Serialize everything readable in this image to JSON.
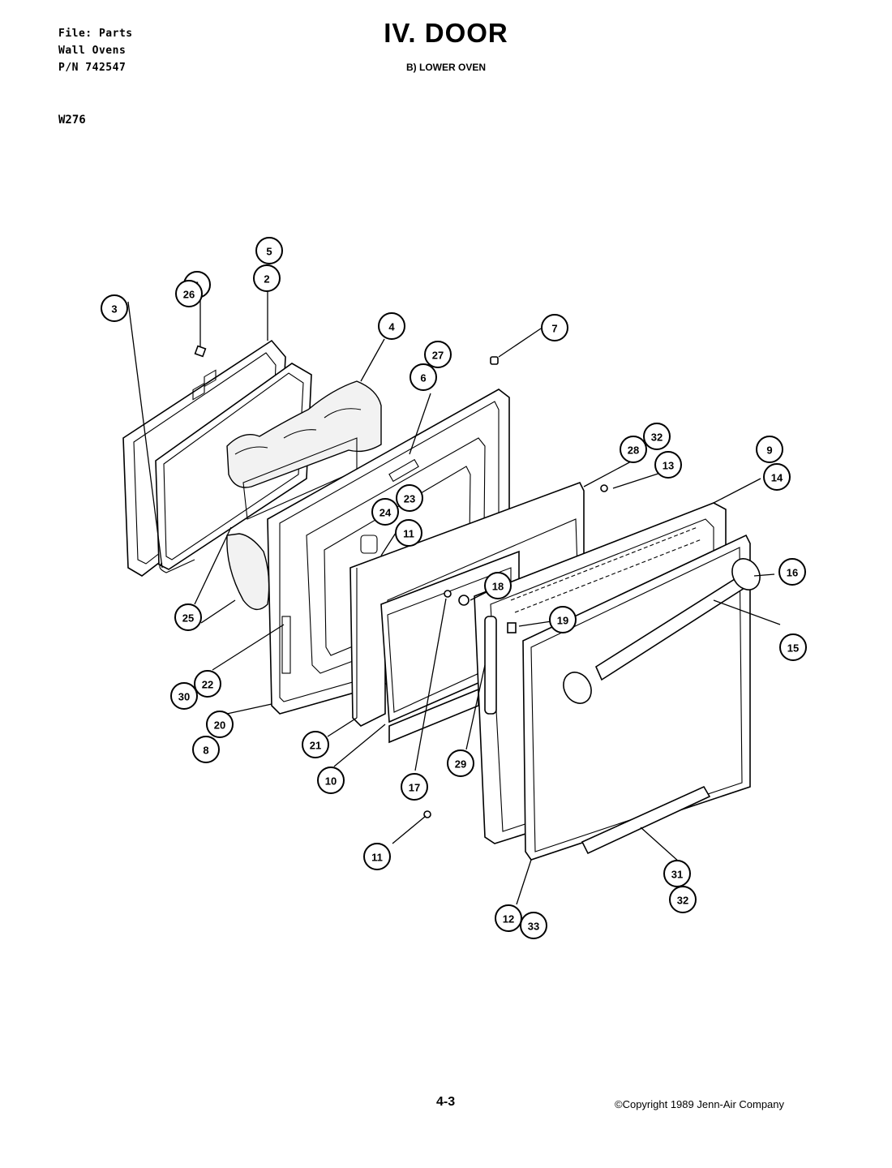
{
  "header": {
    "file_line": "File: Parts",
    "category_line": "Wall Ovens",
    "pn_line": "P/N 742547",
    "title": "IV. DOOR",
    "subtitle": "B) LOWER OVEN",
    "model": "W276"
  },
  "footer": {
    "page": "4-3",
    "copyright": "©Copyright 1989 Jenn-Air Company"
  },
  "callouts": [
    "5",
    "2",
    "1",
    "4",
    "7",
    "27",
    "6",
    "32",
    "28",
    "9",
    "13",
    "14",
    "24",
    "23",
    "11",
    "16",
    "18",
    "19",
    "15",
    "3",
    "26",
    "25",
    "22",
    "30",
    "20",
    "8",
    "21",
    "10",
    "17",
    "29",
    "11",
    "31",
    "32",
    "12",
    "33"
  ]
}
